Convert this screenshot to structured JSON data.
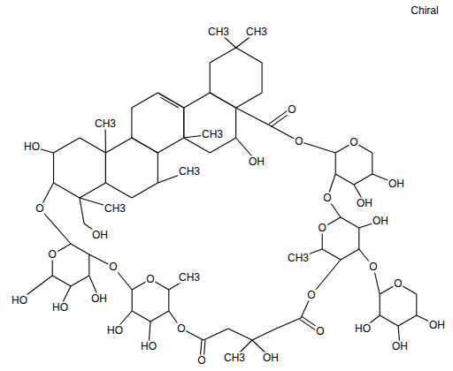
{
  "diagram": {
    "labels": [
      "Chiral",
      "CH3",
      "CH3",
      "HO",
      "CH3",
      "O",
      "O",
      "CH3",
      "OH",
      "O",
      "CH3",
      "OH",
      "O",
      "OH",
      "O",
      "CH3",
      "OH",
      "OH",
      "O",
      "O",
      "O",
      "O",
      "O",
      "CH3",
      "CH3",
      "O",
      "HO",
      "O",
      "HO",
      "OH",
      "O",
      "HO",
      "HO",
      "O",
      "OH",
      "OH",
      "HO",
      "CH3",
      "OH",
      "O"
    ]
  }
}
